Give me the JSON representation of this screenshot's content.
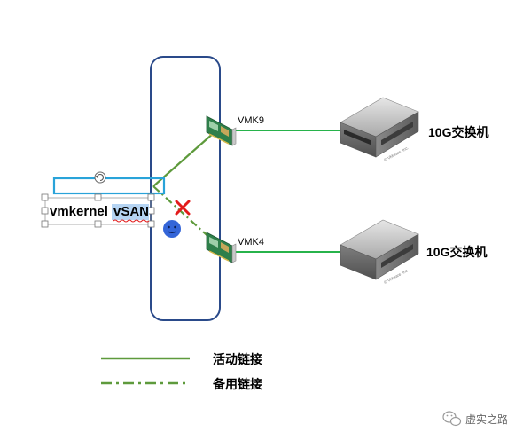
{
  "diagram": {
    "vmk_top": "VMK9",
    "vmk_bottom": "VMK4",
    "switch_top": "10G交换机",
    "switch_bottom": "10G交换机",
    "vmkernel_label": "vmkernel",
    "vsan_label": "vSAN",
    "switch_small_text": "© VMware, Inc."
  },
  "legend": {
    "active": "活动链接",
    "standby": "备用链接"
  },
  "watermark": {
    "text": "虚实之路"
  },
  "colors": {
    "host_border": "#2a4a8a",
    "active_line": "#5e9a3c",
    "uplink_line": "#27b34b",
    "selection": "#29a3d9",
    "failure_mark": "#e31b1b",
    "emoji_face": "#3465d8"
  }
}
